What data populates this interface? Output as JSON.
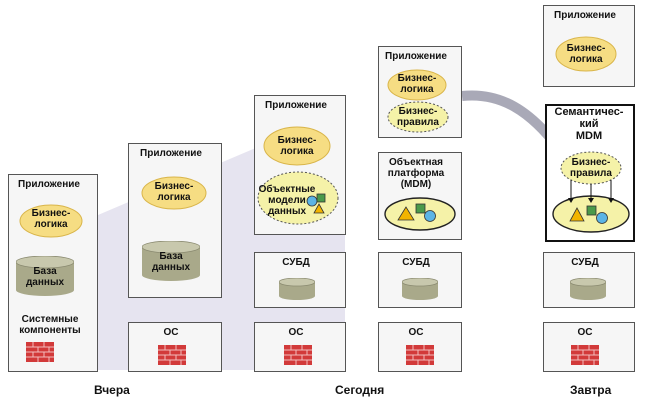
{
  "labels": {
    "app": "Приложение",
    "biz_logic": "Бизнес-\nлогика",
    "biz_rules": "Бизнес-\nправила",
    "database": "База\nданных",
    "system_components": "Системные\nкомпоненты",
    "os": "ОС",
    "dbms": "СУБД",
    "object_models": "Объектные\nмодели\nданных",
    "object_platform": "Объектная\nплатформа\n(MDM)",
    "semantic_mdm": "Семантичес-\nкий\nMDM"
  },
  "time_axis": {
    "yesterday": "Вчера",
    "today": "Сегодня",
    "tomorrow": "Завтра"
  },
  "colors": {
    "cloud": "#f6dd83",
    "ellipse": "#f5f2a8",
    "cylinder": "#a9a98a",
    "wall": "#d23a3a",
    "triangle": "#f2b400",
    "square": "#4a9a4a",
    "circle": "#5bb4e6",
    "box_bg": "#f6f6f6",
    "shade_band": "#e6e4f0"
  }
}
